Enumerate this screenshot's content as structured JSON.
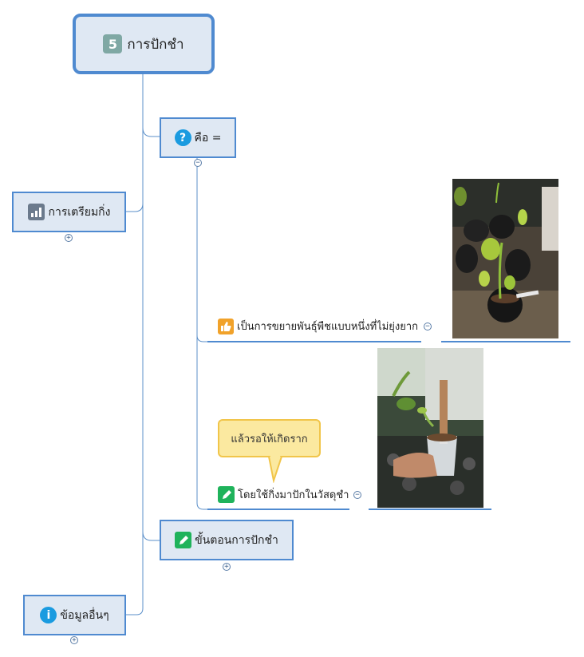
{
  "root": {
    "badge": "5",
    "title": "การปักชำ"
  },
  "topics": {
    "definition": {
      "label": "คือ =",
      "icon": "question-icon"
    },
    "preparation": {
      "label": "การเตรียมกิ่ง",
      "icon": "bar-chart-icon"
    },
    "steps": {
      "label": "ขั้นตอนการปักชำ",
      "icon": "pencil-icon"
    },
    "other_info": {
      "label": "ข้อมูลอื่นๆ",
      "icon": "info-icon"
    }
  },
  "subtopics": {
    "easy_propagation": {
      "label": "เป็นการขยายพันธุ์พืชแบบหนึ่งที่ไม่ยุ่งยาก",
      "icon": "thumbs-up-icon"
    },
    "use_cuttings": {
      "label": "โดยใช้กิ่งมาปักในวัสดุชำ",
      "icon": "pencil-icon"
    }
  },
  "callout": {
    "text": "แล้วรอให้เกิดราก"
  },
  "toggles": {
    "expand": "+",
    "collapse": "−"
  },
  "colors": {
    "node_fill": "#dfe8f3",
    "node_border": "#4f8ad0",
    "connector": "#5b8fc9",
    "callout_fill": "#fbe9a0"
  }
}
